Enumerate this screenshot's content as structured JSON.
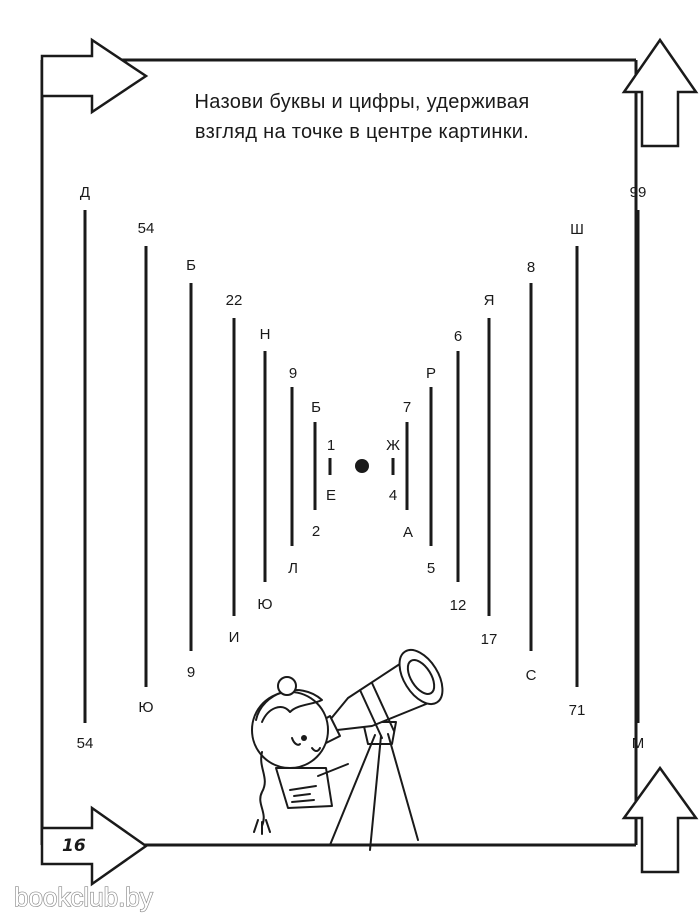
{
  "instruction": {
    "line1": "Назови буквы и цифры, удерживая",
    "line2": "взгляд на точке в центре картинки."
  },
  "pairs": [
    {
      "left": {
        "top": "Д",
        "bottom": "54"
      },
      "right": {
        "top": "99",
        "bottom": "М"
      }
    },
    {
      "left": {
        "top": "54",
        "bottom": "Ю"
      },
      "right": {
        "top": "Ш",
        "bottom": "71"
      }
    },
    {
      "left": {
        "top": "Б",
        "bottom": "9"
      },
      "right": {
        "top": "8",
        "bottom": "С"
      }
    },
    {
      "left": {
        "top": "22",
        "bottom": "И"
      },
      "right": {
        "top": "Я",
        "bottom": "17"
      }
    },
    {
      "left": {
        "top": "Н",
        "bottom": "Ю"
      },
      "right": {
        "top": "6",
        "bottom": "12"
      }
    },
    {
      "left": {
        "top": "9",
        "bottom": "Л"
      },
      "right": {
        "top": "Р",
        "bottom": "5"
      }
    },
    {
      "left": {
        "top": "Б",
        "bottom": "2"
      },
      "right": {
        "top": "7",
        "bottom": "А"
      }
    },
    {
      "left": {
        "top": "1",
        "bottom": "Е"
      },
      "right": {
        "top": "Ж",
        "bottom": "4"
      }
    }
  ],
  "page_number": "16",
  "watermark": "bookclub.by"
}
